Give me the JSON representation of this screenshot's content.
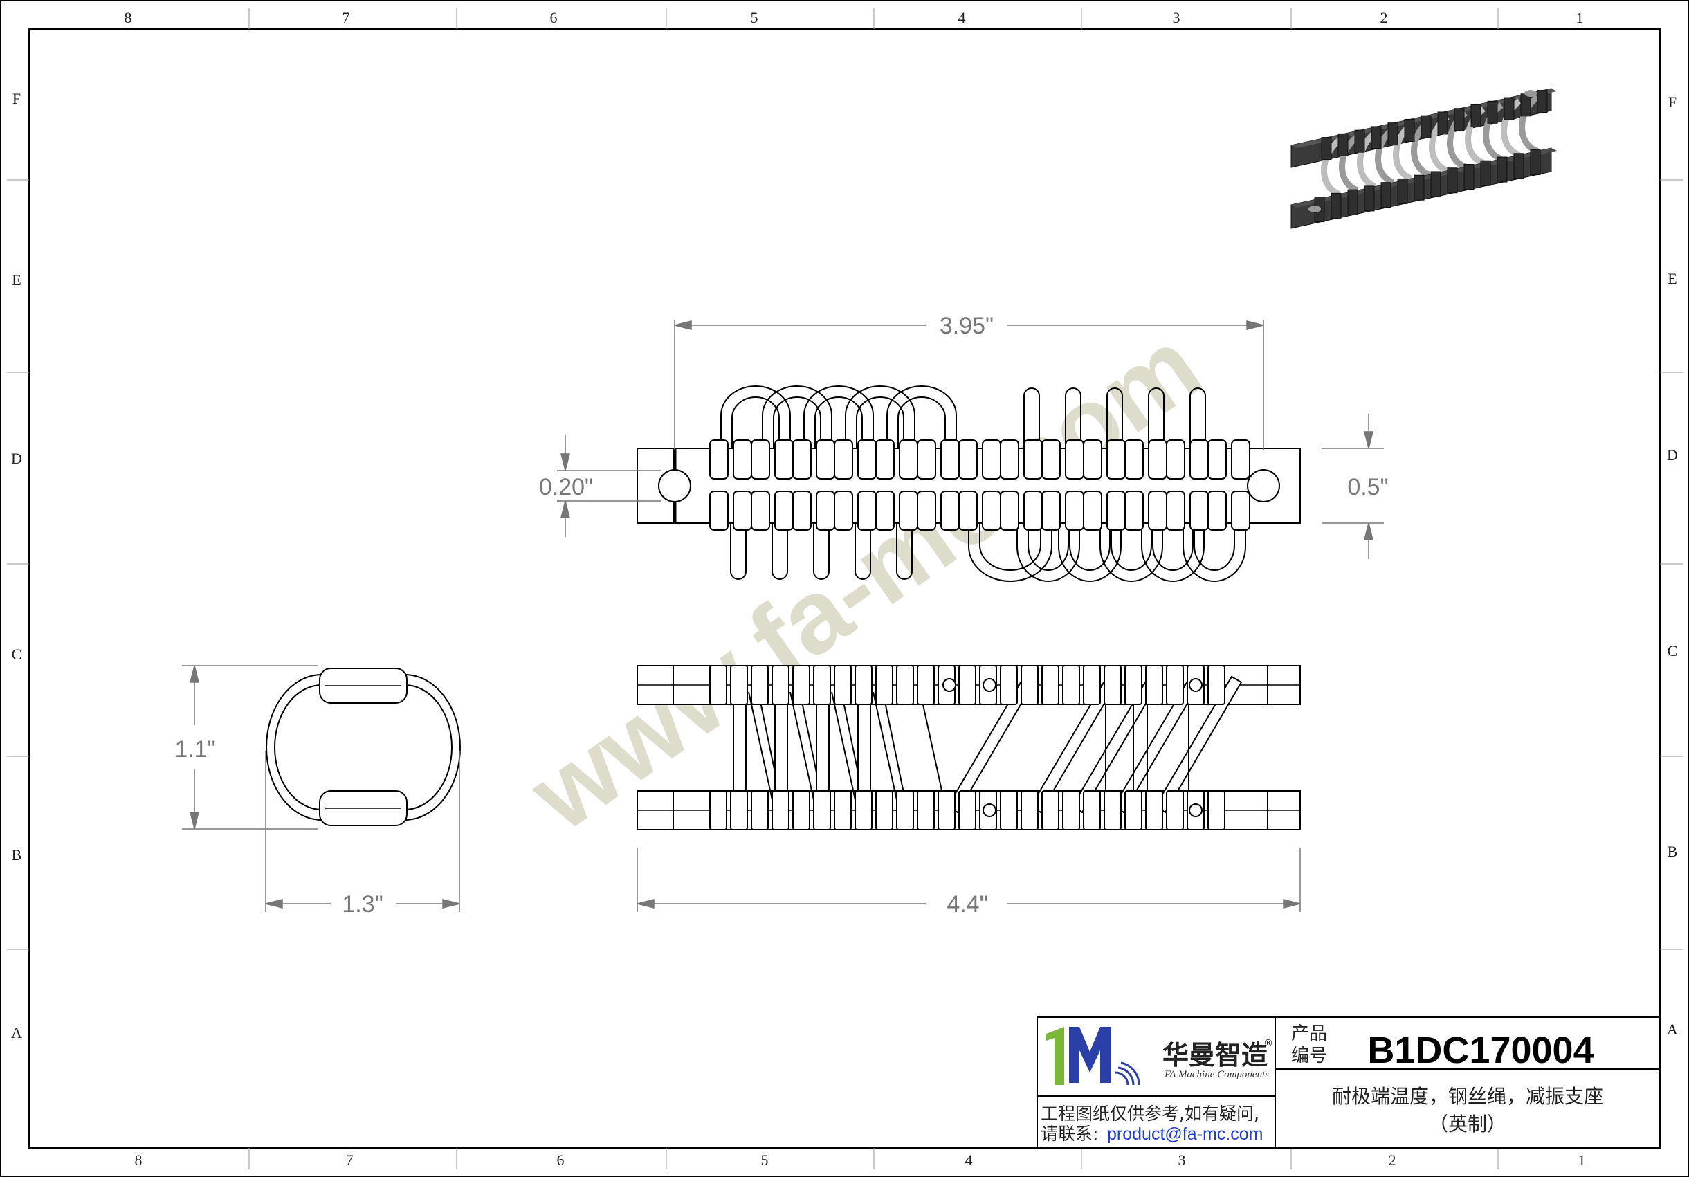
{
  "zones": {
    "columns_top": [
      "8",
      "7",
      "6",
      "5",
      "4",
      "3",
      "2",
      "1"
    ],
    "columns_bottom": [
      "8",
      "7",
      "6",
      "5",
      "4",
      "3",
      "2",
      "1"
    ],
    "rows_left": [
      "F",
      "E",
      "D",
      "C",
      "B",
      "A"
    ],
    "rows_right": [
      "F",
      "E",
      "D",
      "C",
      "B",
      "A"
    ]
  },
  "dimensions": {
    "length_top": "3.95\"",
    "hole_dia": "0.20\"",
    "height_side": "0.5\"",
    "end_height": "1.1\"",
    "end_width": "1.3\"",
    "length_total": "4.4\""
  },
  "watermark": "www.fa-mc.com",
  "title_block": {
    "brand_cn": "华曼智造",
    "brand_en": "FA Machine Components",
    "registered": "®",
    "product_label_line1": "产品",
    "product_label_line2": "编号",
    "product_code": "B1DC170004",
    "product_name_line1": "耐极端温度，钢丝绳，减振支座",
    "product_name_line2": "（英制）",
    "note_line1": "工程图纸仅供参考,如有疑问,",
    "note_line2_prefix": "请联系:",
    "contact_email": "product@fa-mc.com"
  },
  "colors": {
    "line": "#000000",
    "dimension": "#777777",
    "email": "#1f3fd0",
    "logo_green": "#7bb83a",
    "logo_blue": "#2a3fa8",
    "watermark": "#d9d8c4",
    "iso_dark": "#3a3a3a",
    "iso_wire": "#a8a8a8"
  }
}
